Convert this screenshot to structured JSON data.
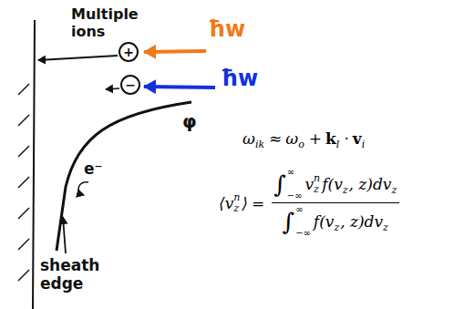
{
  "diagram": {
    "nodes": [
      {
        "text": [
          "+"
        ]
      },
      {
        "text": [
          "−"
        ]
      }
    ],
    "labels": [
      "Multiple ions",
      "ħw",
      "ħw",
      "e⁻",
      "φ",
      "sheath edge",
      "ω",
      "ik",
      "≈",
      "ω",
      "o",
      "+",
      "k",
      "l",
      "·",
      "v",
      "i",
      "⟨v",
      "n",
      "z",
      "⟩",
      "=",
      "∫",
      "∞",
      "−∞",
      "v",
      "n",
      "z",
      "f(v",
      "z",
      ", z)dv",
      "z",
      "∫",
      "∞",
      "−∞",
      "f(v",
      "z",
      ", z)dv",
      "z"
    ]
  }
}
